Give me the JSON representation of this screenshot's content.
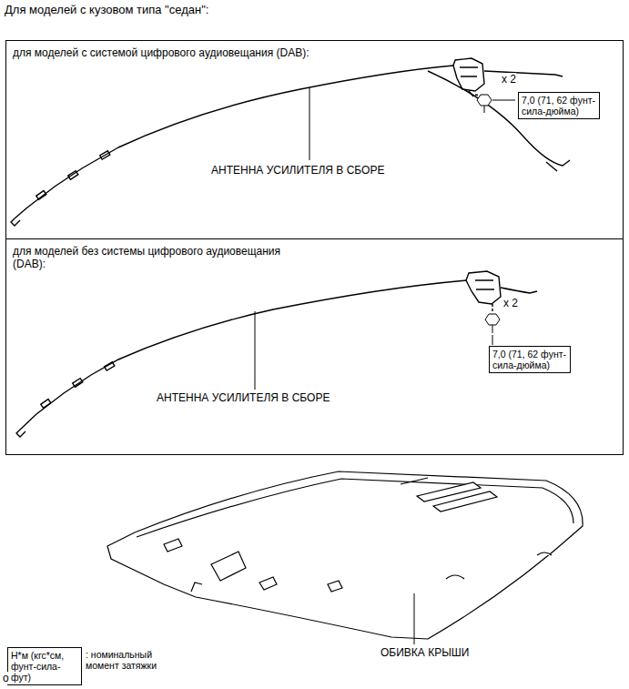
{
  "diagram": {
    "title": "Для моделей с кузовом типа \"седан\":",
    "nodes": [
      {
        "text": [
          "для моделей с системой цифрового аудиовещания (DAB):"
        ]
      },
      {
        "text": [
          "7,0 (71, 62 фунт-сила-дюйма)"
        ],
        "in": 0
      },
      {
        "text": [
          "для моделей без системы цифрового аудиовещания (DAB):"
        ]
      },
      {
        "text": [
          "7,0 (71, 62 фунт-сила-дюйма)"
        ],
        "in": 2
      },
      {
        "text": [
          "Н*м (кгс*см, фунт-сила-фут)",
          ": номинальный момент затяжки"
        ]
      }
    ],
    "labels": [
      "АНТЕННА УСИЛИТЕЛЯ В СБОРЕ",
      "x 2",
      "АНТЕННА УСИЛИТЕЛЯ В СБОРЕ",
      "x 2",
      "ОБИВКА КРЫШИ",
      "o"
    ]
  }
}
